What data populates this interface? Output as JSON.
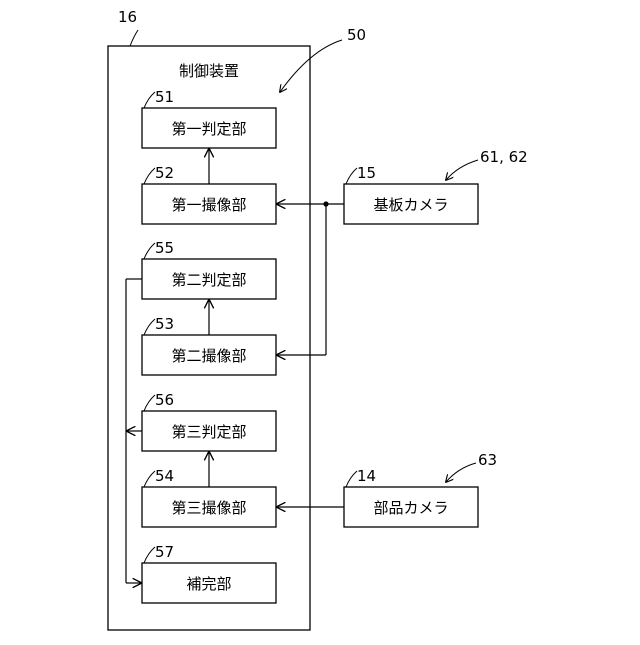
{
  "controller": {
    "ref": "16",
    "title": "制御装置"
  },
  "unit_ref": "50",
  "blocks": [
    {
      "ref": "51",
      "label": "第一判定部"
    },
    {
      "ref": "52",
      "label": "第一撮像部"
    },
    {
      "ref": "55",
      "label": "第二判定部"
    },
    {
      "ref": "53",
      "label": "第二撮像部"
    },
    {
      "ref": "56",
      "label": "第三判定部"
    },
    {
      "ref": "54",
      "label": "第三撮像部"
    },
    {
      "ref": "57",
      "label": "補完部"
    }
  ],
  "board_camera": {
    "ref": "15",
    "label": "基板カメラ",
    "group_ref": "61, 62"
  },
  "parts_camera": {
    "ref": "14",
    "label": "部品カメラ",
    "group_ref": "63"
  }
}
